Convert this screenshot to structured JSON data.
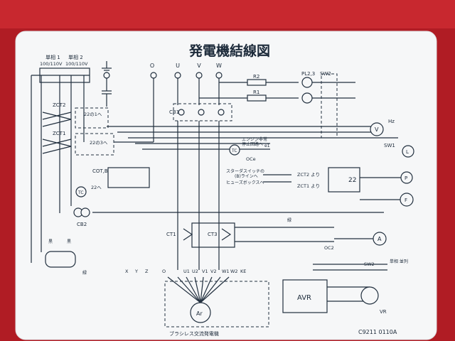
{
  "title": "発電機結線図",
  "part_no": "C9211 0110A",
  "outlets": {
    "one_label": "単相 1",
    "one_volt": "100/110V",
    "two_label": "単相 2",
    "two_volt": "100/110V"
  },
  "terminals": {
    "o": "O",
    "u": "U",
    "v": "V",
    "w": "W"
  },
  "zct2": "ZCT2",
  "zct1": "ZCT1",
  "to_22": "22の1へ",
  "to_22_3": "22の3へ",
  "cot": "COT,B",
  "cb1": "CB1",
  "cb2": "CB2",
  "tc": "TC",
  "zz": "22へ",
  "r2": "R2",
  "r1": "R1",
  "pl": "PL2,3",
  "sw2": "SW2",
  "engine_note_1": "エンジン非常",
  "engine_note_2": "停止回路へ",
  "oce": "OCe",
  "e1": "e1",
  "starter": "スターダスイッチの",
  "starter_2": "(B)ラインへ",
  "fuse": "ヒューズボックスへ",
  "zct2_from": "ZCT2 より",
  "zct1_from": "ZCT1 より",
  "relay": "22",
  "sw1": "SW1",
  "hz": "Hz",
  "v_meter": "V",
  "l_lamp": "L",
  "p_lamp": "P",
  "f_lamp": "F",
  "ct1": "CT1",
  "ct3": "CT3",
  "oc2": "OC2",
  "a_meter": "A",
  "single_both": "単相 並列",
  "green": "緑",
  "black": "黒",
  "avr": "AVR",
  "vr": "VR",
  "ar": "Ar",
  "brushless": "ブラシレス交流発電機",
  "bottom_terms": [
    "X",
    "Y",
    "Z",
    "O",
    "U1",
    "U2",
    "V1",
    "V2",
    "W1",
    "W2",
    "KE"
  ],
  "colors": {
    "panel": "#f6f7f8",
    "frame": "#b01c24",
    "ink": "#22303f"
  }
}
